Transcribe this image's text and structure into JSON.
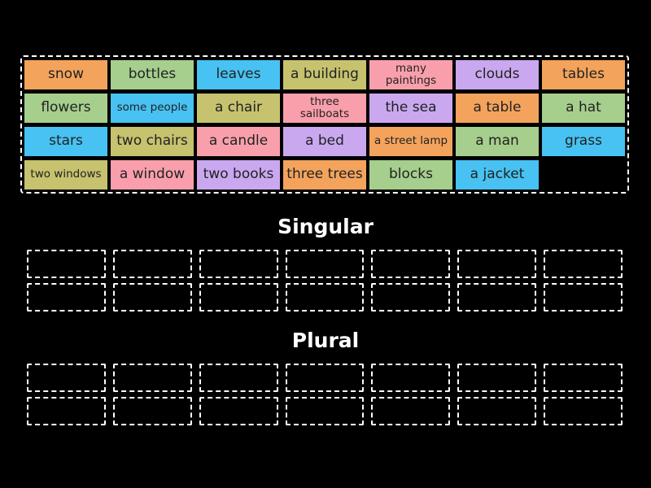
{
  "colors": {
    "background": "#000000",
    "border": "#ffffff",
    "tile_text": "#222222",
    "title_text": "#ffffff",
    "palette": {
      "orange": "#F3A35C",
      "green": "#A6CE8D",
      "blue": "#47C2F2",
      "olive": "#C6C26E",
      "pink": "#F99FAC",
      "purple": "#C9A8EF"
    }
  },
  "tray": {
    "tiles": [
      {
        "label": "snow",
        "color": "orange",
        "small": false
      },
      {
        "label": "bottles",
        "color": "green",
        "small": false
      },
      {
        "label": "leaves",
        "color": "blue",
        "small": false
      },
      {
        "label": "a building",
        "color": "olive",
        "small": false
      },
      {
        "label": "many\npaintings",
        "color": "pink",
        "small": true
      },
      {
        "label": "clouds",
        "color": "purple",
        "small": false
      },
      {
        "label": "tables",
        "color": "orange",
        "small": false
      },
      {
        "label": "flowers",
        "color": "green",
        "small": false
      },
      {
        "label": "some people",
        "color": "blue",
        "small": true
      },
      {
        "label": "a chair",
        "color": "olive",
        "small": false
      },
      {
        "label": "three\nsailboats",
        "color": "pink",
        "small": true
      },
      {
        "label": "the sea",
        "color": "purple",
        "small": false
      },
      {
        "label": "a table",
        "color": "orange",
        "small": false
      },
      {
        "label": "a hat",
        "color": "green",
        "small": false
      },
      {
        "label": "stars",
        "color": "blue",
        "small": false
      },
      {
        "label": "two chairs",
        "color": "olive",
        "small": false
      },
      {
        "label": "a candle",
        "color": "pink",
        "small": false
      },
      {
        "label": "a bed",
        "color": "purple",
        "small": false
      },
      {
        "label": "a street lamp",
        "color": "orange",
        "small": true
      },
      {
        "label": "a man",
        "color": "green",
        "small": false
      },
      {
        "label": "grass",
        "color": "blue",
        "small": false
      },
      {
        "label": "two windows",
        "color": "olive",
        "small": true
      },
      {
        "label": "a window",
        "color": "pink",
        "small": false
      },
      {
        "label": "two books",
        "color": "purple",
        "small": false
      },
      {
        "label": "three trees",
        "color": "orange",
        "small": false
      },
      {
        "label": "blocks",
        "color": "green",
        "small": false
      },
      {
        "label": "a jacket",
        "color": "blue",
        "small": false
      }
    ]
  },
  "groups": [
    {
      "title": "Singular",
      "slots": 14
    },
    {
      "title": "Plural",
      "slots": 14
    }
  ]
}
